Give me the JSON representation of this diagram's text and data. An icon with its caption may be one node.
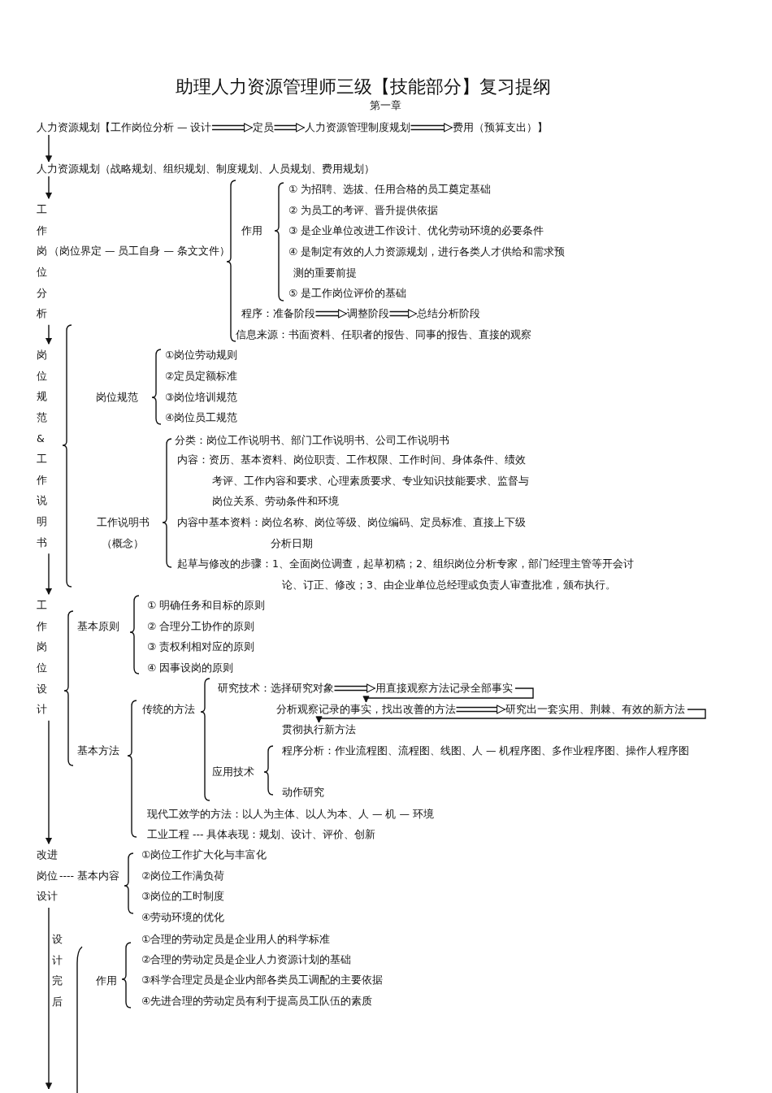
{
  "diagram": {
    "title": "助理人力资源管理师三级【技能部分】复习提纲",
    "nodes": [
      {
        "text": [
          "人力资源规划【工作岗位分析 — 设计"
        ]
      },
      {
        "text": [
          "定员"
        ]
      },
      {
        "text": [
          "人力资源管理制度规划"
        ]
      },
      {
        "text": [
          "费用（预算支出）】"
        ]
      },
      {
        "text": [
          "人力资源规划（战略规划、组织规划、制度规划、人员规划、费用规划）"
        ]
      },
      {
        "text": [
          "工作岗位分析"
        ],
        "beside": [
          "（岗位界定 — 员工自身 — 条文文件）"
        ]
      },
      {
        "text": [
          "程序：准备阶段"
        ]
      },
      {
        "text": [
          "调整阶段"
        ]
      },
      {
        "text": [
          "总结分析阶段"
        ]
      },
      {
        "text": [
          "岗位规范&工作说明书"
        ]
      },
      {
        "text": [
          "工作岗位设计"
        ]
      },
      {
        "text": [
          "研究技术：选择研究对象"
        ]
      },
      {
        "text": [
          "用直接观察方法记录全部事实"
        ]
      },
      {
        "text": [
          "分析观察记录的事实，找出改善的方法"
        ]
      },
      {
        "text": [
          "研究出一套实用、荆棘、有效的新方法"
        ]
      },
      {
        "text": [
          "贯彻执行新方法"
        ]
      },
      {
        "text": [
          "改进岗位设计"
        ]
      }
    ],
    "edges": [
      {
        "from": 0,
        "to": 1,
        "arrow": "to"
      },
      {
        "from": 1,
        "to": 2,
        "arrow": "to"
      },
      {
        "from": 2,
        "to": 3,
        "arrow": "to"
      },
      {
        "from": 0,
        "to": 4,
        "arrow": "to"
      },
      {
        "from": 4,
        "to": 5,
        "arrow": "to"
      },
      {
        "from": 6,
        "to": 7,
        "arrow": "to"
      },
      {
        "from": 7,
        "to": 8,
        "arrow": "to"
      },
      {
        "from": 5,
        "to": 9,
        "arrow": "to"
      },
      {
        "from": 9,
        "to": 10,
        "arrow": "to"
      },
      {
        "from": 11,
        "to": 12,
        "arrow": "to"
      },
      {
        "from": 12,
        "to": 13,
        "arrow": "to"
      },
      {
        "from": 13,
        "to": 14,
        "arrow": "to"
      },
      {
        "from": 14,
        "to": 15,
        "arrow": "to"
      },
      {
        "from": 10,
        "to": 16,
        "arrow": "to"
      },
      {
        "from": 16,
        "to": null,
        "arrow": "to"
      }
    ],
    "labels": [
      "第一章",
      "作用",
      "① 为招聘、选拔、任用合格的员工奠定基础",
      "② 为员工的考评、晋升提供依据",
      "③ 是企业单位改进工作设计、优化劳动环境的必要条件",
      "④ 是制定有效的人力资源规划，进行各类人才供给和需求预测的重要前提",
      "⑤ 是工作岗位评价的基础",
      "信息来源：书面资料、任职者的报告、同事的报告、直接的观察",
      "岗位规范",
      "①岗位劳动规则",
      "②定员定额标准",
      "③岗位培训规范",
      "④岗位员工规范",
      "分类：岗位工作说明书、部门工作说明书、公司工作说明书",
      "内容：资历、基本资料、岗位职责、工作权限、工作时间、身体条件、绩效考评、工作内容和要求、心理素质要求、专业知识技能要求、监督与岗位关系、劳动条件和环境",
      "工作说明书（概念）",
      "内容中基本资料：岗位名称、岗位等级、岗位编码、定员标准、直接上下级分析日期",
      "起草与修改的步骤：1、全面岗位调查，起草初稿；2、组织岗位分析专家，部门经理主管等开会讨论、订正、修改；3、由企业单位总经理或负责人审查批准，颁布执行。",
      "基本原则",
      "① 明确任务和目标的原则",
      "② 合理分工协作的原则",
      "③ 责权利相对应的原则",
      "④ 因事设岗的原则",
      "基本方法",
      "传统的方法",
      "程序分析：作业流程图、流程图、线图、人 — 机程序图、多作业程序图、操作人程序图",
      "应用技术",
      "动作研究",
      "现代工效学的方法：以人为主体、以人为本、人 — 机 — 环境",
      "工业工程 --- 具体表现：规划、设计、评价、创新",
      "---- 基本内容",
      "①岗位工作扩大化与丰富化",
      "②岗位工作满负荷",
      "③岗位的工时制度",
      "④劳动环境的优化",
      "设计完后",
      "作用",
      "①合理的劳动定员是企业用人的科学标准",
      "②合理的劳动定员是企业人力资源计划的基础",
      "③科学合理定员是企业内部各类员工调配的主要依据",
      "④先进合理的劳动定员有利于提高员工队伍的素质"
    ]
  }
}
